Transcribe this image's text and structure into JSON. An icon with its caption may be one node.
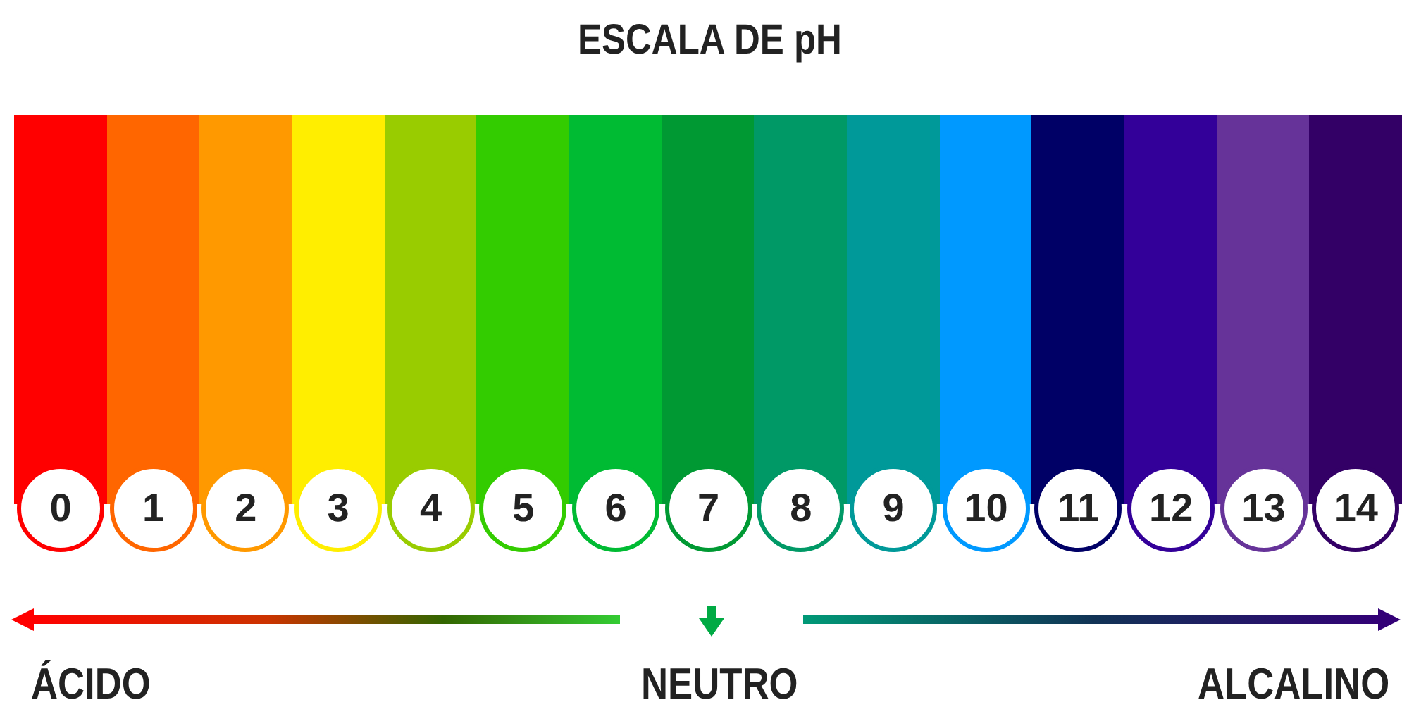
{
  "diagram": {
    "title": "ESCALA DE pH",
    "nodes": [
      {
        "text": [
          "0"
        ]
      },
      {
        "text": [
          "1"
        ]
      },
      {
        "text": [
          "2"
        ]
      },
      {
        "text": [
          "3"
        ]
      },
      {
        "text": [
          "4"
        ]
      },
      {
        "text": [
          "5"
        ]
      },
      {
        "text": [
          "6"
        ]
      },
      {
        "text": [
          "7"
        ]
      },
      {
        "text": [
          "8"
        ]
      },
      {
        "text": [
          "9"
        ]
      },
      {
        "text": [
          "10"
        ]
      },
      {
        "text": [
          "11"
        ]
      },
      {
        "text": [
          "12"
        ]
      },
      {
        "text": [
          "13"
        ]
      },
      {
        "text": [
          "14"
        ]
      }
    ],
    "labels": [
      "ÁCIDO",
      "NEUTRO",
      "ALCALINO"
    ]
  }
}
